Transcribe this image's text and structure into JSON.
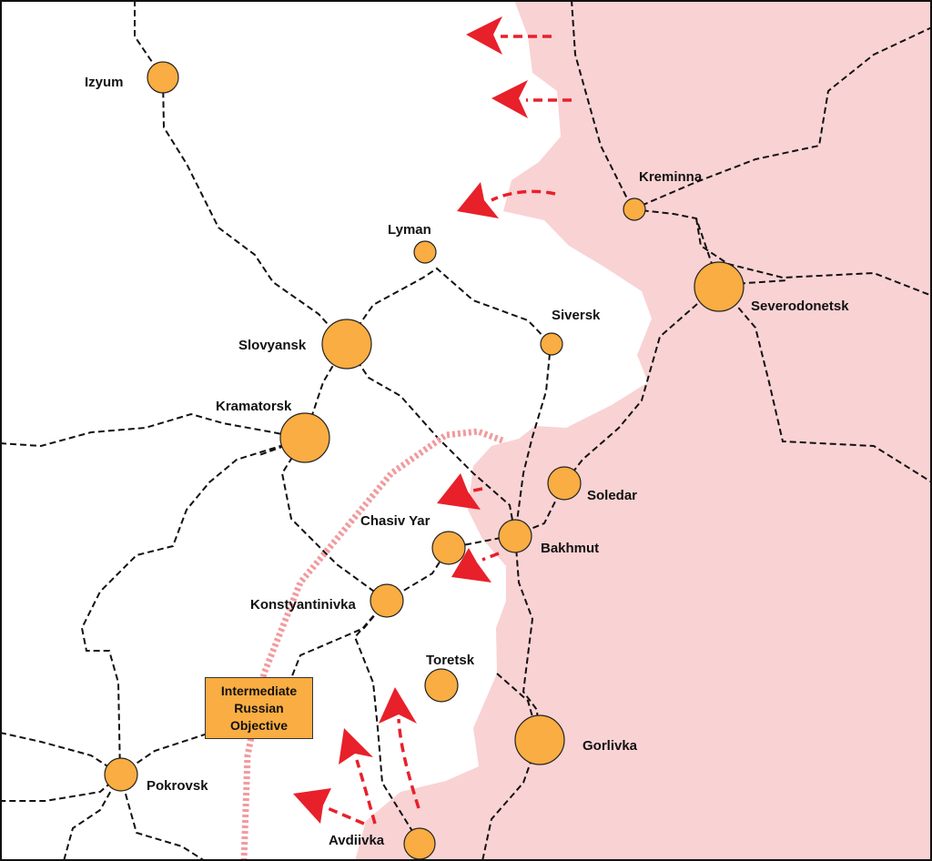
{
  "map": {
    "cities": [
      "Izyum",
      "Lyman",
      "Kreminna",
      "Siversk",
      "Slovyansk",
      "Severodonetsk",
      "Kramatorsk",
      "Soledar",
      "Chasiv Yar",
      "Bakhmut",
      "Konstyantinivka",
      "Toretsk",
      "Gorlivka",
      "Pokrovsk",
      "Avdiivka"
    ],
    "objective_label": [
      "Intermediate",
      "Russian",
      "Objective"
    ],
    "colors": {
      "occupied": "#f9d2d4",
      "city": "#f9ad42",
      "arrow": "#e8202a",
      "objective_line": "#f29a9e"
    }
  }
}
